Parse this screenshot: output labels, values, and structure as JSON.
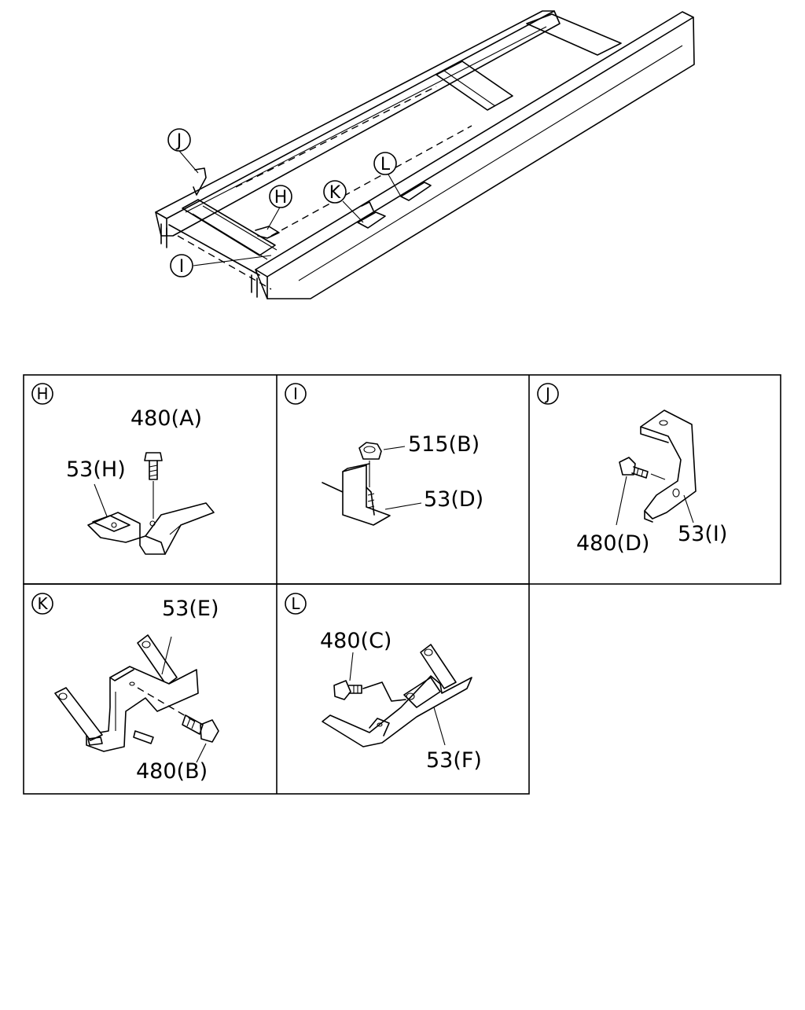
{
  "overview": {
    "callouts": {
      "H": "H",
      "I": "I",
      "J": "J",
      "K": "K",
      "L": "L"
    }
  },
  "panels": {
    "H": {
      "id": "H",
      "labels": [
        "480(A)",
        "53(H)"
      ]
    },
    "I": {
      "id": "I",
      "labels": [
        "515(B)",
        "53(D)"
      ]
    },
    "J": {
      "id": "J",
      "labels": [
        "480(D)",
        "53(I)"
      ]
    },
    "K": {
      "id": "K",
      "labels": [
        "53(E)",
        "480(B)"
      ]
    },
    "L": {
      "id": "L",
      "labels": [
        "480(C)",
        "53(F)"
      ]
    }
  }
}
